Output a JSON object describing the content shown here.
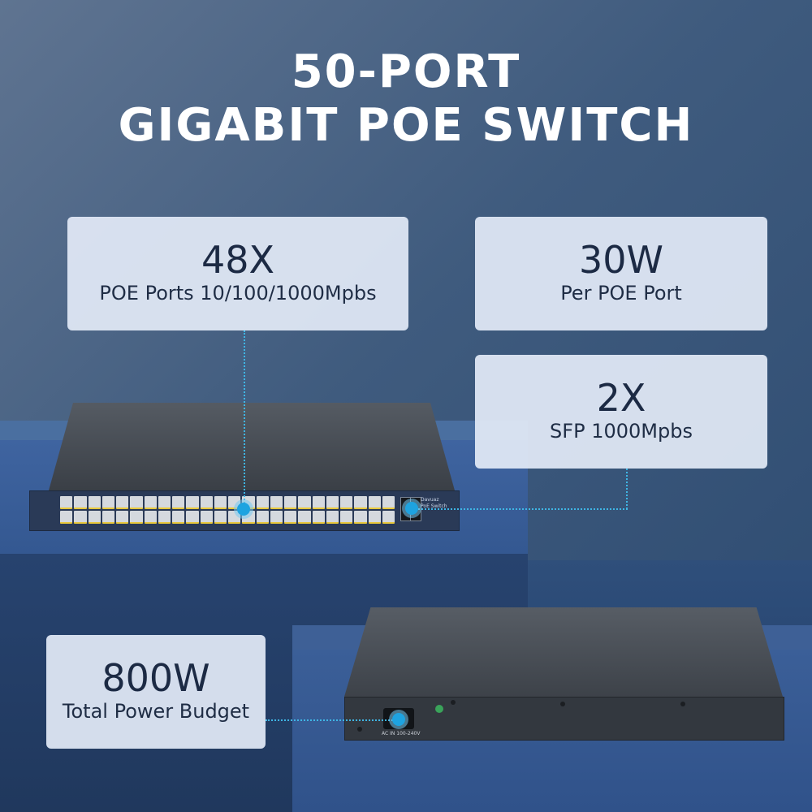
{
  "title": {
    "line1": "50-PORT",
    "line2": "GIGABIT POE SWITCH"
  },
  "callouts": {
    "ports": {
      "big": "48X",
      "small": "POE Ports 10/100/1000Mpbs"
    },
    "per_port": {
      "big": "30W",
      "small": "Per POE Port"
    },
    "sfp": {
      "big": "2X",
      "small": "SFP 1000Mpbs"
    },
    "budget": {
      "big": "800W",
      "small": "Total Power Budget"
    }
  },
  "device": {
    "brand": "Davuaz",
    "brand_sub": "PoE Switch",
    "power_label": "AC IN 100-240V",
    "port_count": 48
  },
  "colors": {
    "accent": "#1ea3e0",
    "card_bg": "#e2e9f6",
    "port_led": "#e8c83c"
  }
}
